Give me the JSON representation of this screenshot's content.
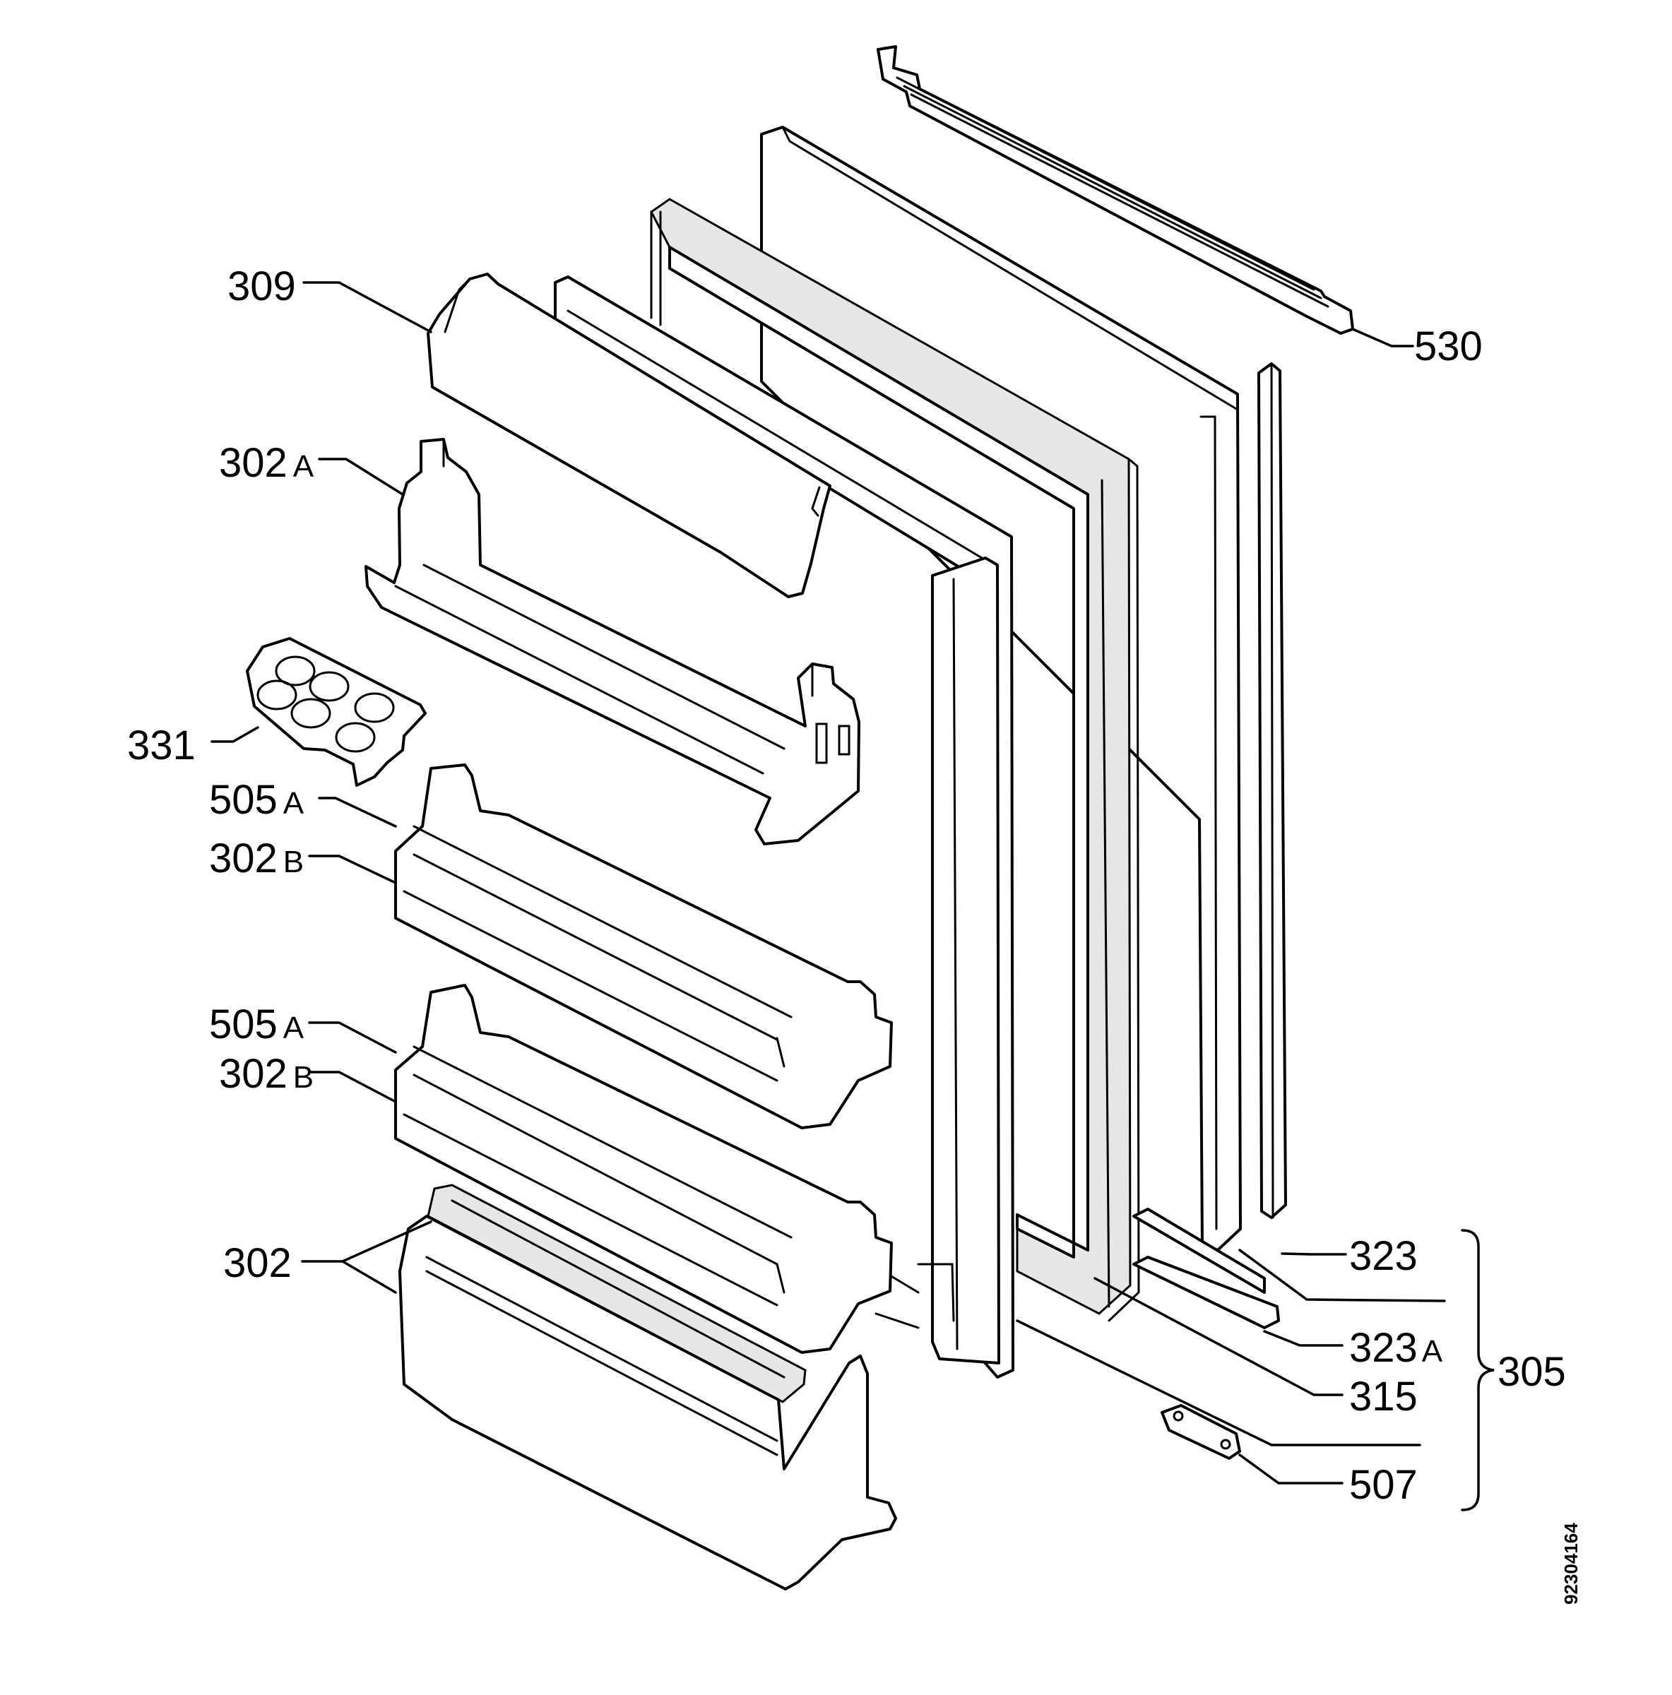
{
  "labels": {
    "l309": {
      "num": "309",
      "suffix": ""
    },
    "l302a": {
      "num": "302",
      "suffix": "A"
    },
    "l331": {
      "num": "331",
      "suffix": ""
    },
    "l505a_1": {
      "num": "505",
      "suffix": "A"
    },
    "l302b_1": {
      "num": "302",
      "suffix": "B"
    },
    "l505a_2": {
      "num": "505",
      "suffix": "A"
    },
    "l302b_2": {
      "num": "302",
      "suffix": "B"
    },
    "l302": {
      "num": "302",
      "suffix": ""
    },
    "l530": {
      "num": "530",
      "suffix": ""
    },
    "l323": {
      "num": "323",
      "suffix": ""
    },
    "l323a": {
      "num": "323",
      "suffix": "A"
    },
    "l315": {
      "num": "315",
      "suffix": ""
    },
    "l507": {
      "num": "507",
      "suffix": ""
    },
    "l305": {
      "num": "305",
      "suffix": ""
    }
  },
  "drawing_code": "92304164"
}
